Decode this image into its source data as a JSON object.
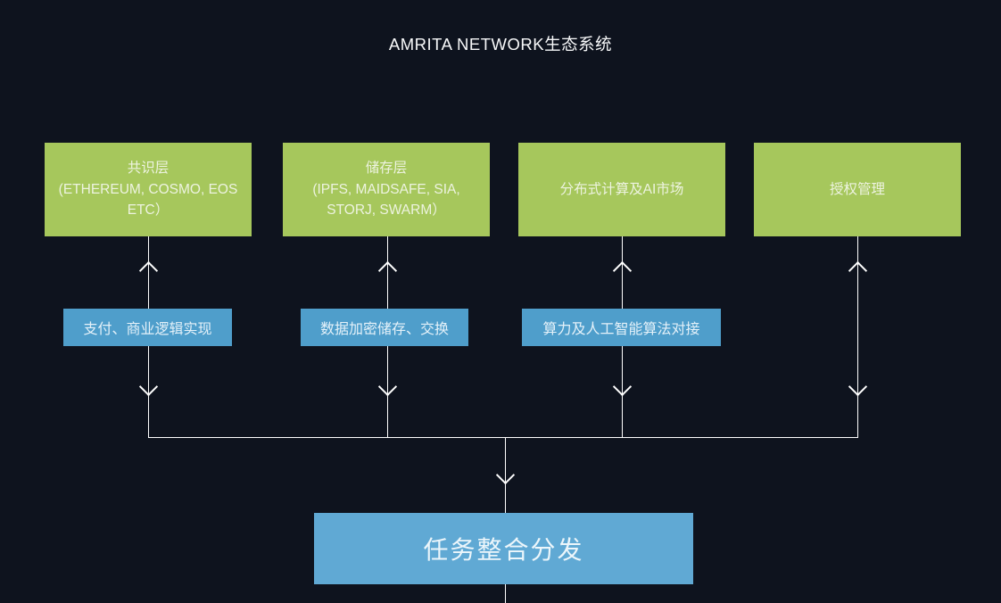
{
  "title": "AMRITA NETWORK生态系统",
  "colors": {
    "background": "#0e131e",
    "green": "#a6c75c",
    "blue": "#4f9ecb",
    "blue_big": "#60a9d4",
    "line": "#ffffff",
    "text_on_green": "#edf3e0",
    "text_on_blue": "#e4f1f9"
  },
  "top_boxes": [
    {
      "lines": [
        "共识层",
        "(ETHEREUM, COSMO, EOS",
        "ETC）"
      ]
    },
    {
      "lines": [
        "储存层",
        "(IPFS, MAIDSAFE, SIA,",
        "STORJ, SWARM）"
      ]
    },
    {
      "lines": [
        "分布式计算及AI市场"
      ]
    },
    {
      "lines": [
        "授权管理"
      ]
    }
  ],
  "mid_boxes": [
    {
      "label": "支付、商业逻辑实现"
    },
    {
      "label": "数据加密储存、交换"
    },
    {
      "label": "算力及人工智能算法对接"
    }
  ],
  "bottom_box": {
    "label": "任务整合分发"
  }
}
